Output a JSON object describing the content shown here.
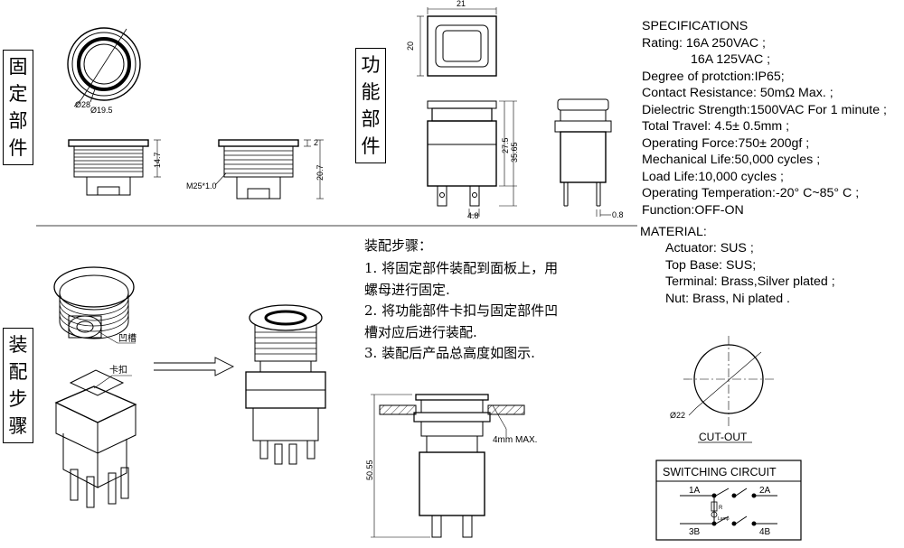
{
  "sections": {
    "fixed_part": "固定部件",
    "functional_part": "功能部件",
    "assembly_steps": "装配步骤"
  },
  "dimensions": {
    "dia_28": "Ø28",
    "dia_19_5": "Ø19.5",
    "h_14_7": "14.7",
    "h_2": "2",
    "h_20_7": "20.7",
    "thread": "M25*1.0",
    "w_21": "21",
    "h_20": "20",
    "h_27_5": "27.5",
    "h_35_65": "35.65",
    "w_4_8": "4.8",
    "w_0_8": "0.8",
    "h_50_55": "50.55",
    "panel": "4mm MAX.",
    "cutout_dia": "Ø22"
  },
  "callouts": {
    "groove": "凹槽",
    "clip": "卡扣"
  },
  "specifications": {
    "title": "SPECIFICATIONS",
    "lines": [
      "Rating: 16A    250VAC ;",
      "16A    125VAC ;",
      "Degree of protction:IP65;",
      "Contact Resistance: 50mΩ Max. ;",
      "Dielectric Strength:1500VAC For 1 minute ;",
      "Total Travel: 4.5± 0.5mm ;",
      "Operating Force:750± 200gf ;",
      "Mechanical Life:50,000 cycles ;",
      "Load Life:10,000 cycles ;",
      "Operating Temperation:-20° C~85° C ;",
      "Function:OFF-ON"
    ]
  },
  "material": {
    "title": "MATERIAL:",
    "lines": [
      "Actuator: SUS ;",
      "Top Base: SUS;",
      "Terminal: Brass,Silver plated ;",
      "Nut: Brass, Ni plated ."
    ]
  },
  "assembly": {
    "title": "装配步骤：",
    "lines": [
      "1. 将固定部件装配到面板上，用",
      "螺母进行固定.",
      "2. 将功能部件卡扣与固定部件凹",
      "槽对应后进行装配.",
      "3. 装配后产品总高度如图示."
    ]
  },
  "cutout": {
    "label": "CUT-OUT"
  },
  "switching_circuit": {
    "title": "SWITCHING CIRCUIT",
    "t1a": "1A",
    "t2a": "2A",
    "t3b": "3B",
    "t4b": "4B",
    "resistor": "R",
    "lamp": "Lamp"
  }
}
